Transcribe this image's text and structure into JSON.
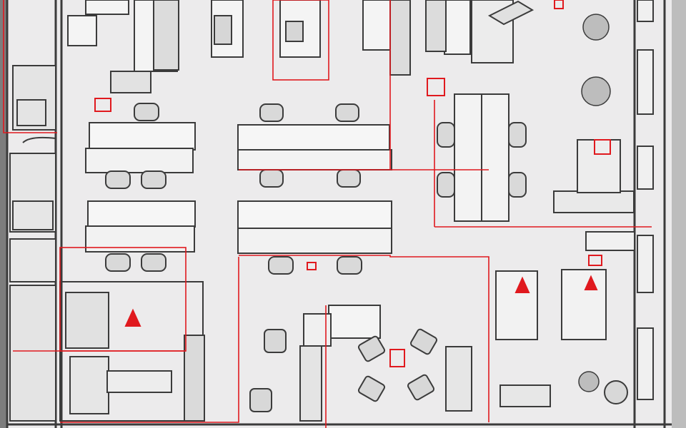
{
  "image_kind": "hand-drawn office floor plan sketch with red annotation lines",
  "colors": {
    "background_gray": "#7d7d7d",
    "paper": "#ecebec",
    "ink": "#3b3b3b",
    "light_ink": "#8a8a8a",
    "annotation_red": "#e0191e"
  },
  "zones": [
    {
      "name": "left-corridor"
    },
    {
      "name": "top-row-workstations"
    },
    {
      "name": "central-open-desks"
    },
    {
      "name": "right-bench-desks"
    },
    {
      "name": "lower-left-storage-room"
    },
    {
      "name": "lower-center-lounge"
    },
    {
      "name": "lower-right-meeting-area"
    },
    {
      "name": "right-window-wall"
    }
  ],
  "icons": [
    "desk-cluster-icon",
    "office-chair-icon",
    "plant-icon",
    "cabinet-icon",
    "warning-triangle-icon",
    "annotation-marker-icon",
    "lounge-chair-icon"
  ]
}
